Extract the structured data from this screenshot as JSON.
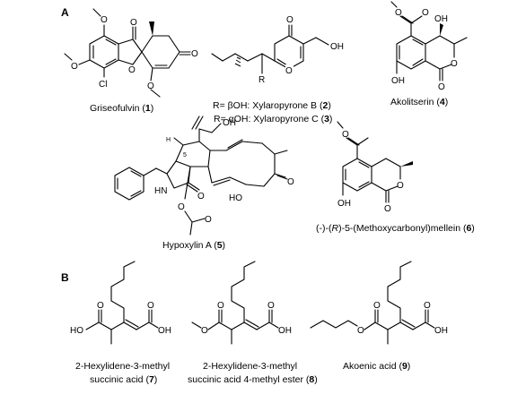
{
  "panels": {
    "a": "A",
    "b": "B"
  },
  "atoms": {
    "O": "O",
    "OH": "OH",
    "HO": "HO",
    "Cl": "Cl",
    "R": "R",
    "NH": "HN",
    "H": "H",
    "num5": "5"
  },
  "compounds": {
    "c1": {
      "name": "Griseofulvin (",
      "num": "1",
      "close": ")"
    },
    "c2": {
      "name": "R= βOH: Xylaropyrone B (",
      "num": "2",
      "close": ")"
    },
    "c3": {
      "name": "R= αOH: Xylaropyrone C (",
      "num": "3",
      "close": ")"
    },
    "c4": {
      "name": "Akolitserin (",
      "num": "4",
      "close": ")"
    },
    "c5": {
      "name": "Hypoxylin A (",
      "num": "5",
      "close": ")"
    },
    "c6": {
      "pre": "(-)-(",
      "r": "R",
      "post": ")-5-(Methoxycarbonyl)mellein (",
      "num": "6",
      "close": ")"
    },
    "c7": {
      "line1": "2-Hexylidene-3-methyl",
      "line2": "succinic acid (",
      "num": "7",
      "close": ")"
    },
    "c8": {
      "line1": "2-Hexylidene-3-methyl",
      "line2": "succinic acid 4-methyl ester (",
      "num": "8",
      "close": ")"
    },
    "c9": {
      "name": "Akoenic acid (",
      "num": "9",
      "close": ")"
    }
  }
}
